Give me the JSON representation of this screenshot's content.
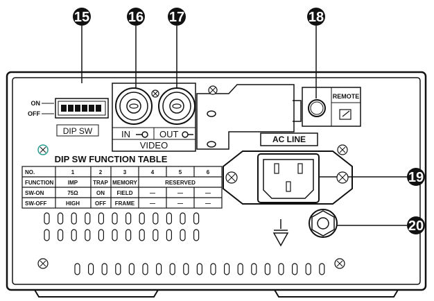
{
  "callouts": [
    "15",
    "16",
    "17",
    "18",
    "19",
    "20"
  ],
  "dip_switch": {
    "on_label": "ON",
    "off_label": "OFF",
    "caption": "DIP SW"
  },
  "video": {
    "in_label": "IN",
    "out_label": "OUT",
    "caption": "VIDEO"
  },
  "remote": {
    "label": "REMOTE"
  },
  "ac_line": {
    "label": "AC  LINE"
  },
  "table": {
    "title": "DIP  SW  FUNCTION  TABLE",
    "header": [
      "NO.",
      "1",
      "2",
      "3",
      "4",
      "5",
      "6"
    ],
    "function_row": [
      "FUNCTION",
      "IMP",
      "TRAP",
      "MEMORY",
      "RESERVED"
    ],
    "swon_row": [
      "SW-ON",
      "75Ω",
      "ON",
      "FIELD",
      "—",
      "—",
      "—"
    ],
    "swoff_row": [
      "SW-OFF",
      "HIGH",
      "OFF",
      "FRAME",
      "—",
      "—",
      "—"
    ]
  },
  "colors": {
    "line": "#111111",
    "screw_accent": "#2a9d8f"
  },
  "icons": [
    "screw-icon",
    "bnc-connector-icon",
    "ground-symbol-icon",
    "remote-jack-icon"
  ]
}
